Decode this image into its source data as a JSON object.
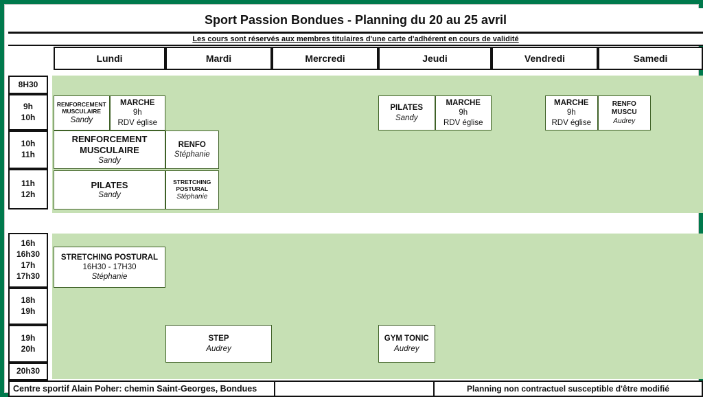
{
  "title": "Sport Passion Bondues - Planning du 20 au 25 avril",
  "subtitle": "Les cours sont réservés aux membres titulaires d'une carte d'adhérent en cours de validité",
  "days": [
    "Lundi",
    "Mardi",
    "Mercredi",
    "Jeudi",
    "Vendredi",
    "Samedi"
  ],
  "time_slots": [
    {
      "labels": [
        "8H30"
      ]
    },
    {
      "labels": [
        "9h",
        "10h"
      ]
    },
    {
      "labels": [
        "10h",
        "11h"
      ]
    },
    {
      "labels": [
        "11h",
        "12h"
      ]
    },
    {
      "labels": [
        "16h",
        "16h30",
        "17h",
        "17h30"
      ]
    },
    {
      "labels": [
        "18h",
        "19h"
      ]
    },
    {
      "labels": [
        "19h",
        "20h"
      ]
    },
    {
      "labels": [
        "20h30"
      ]
    }
  ],
  "cards": [
    {
      "id": "renforcement-musculaire-lundi-9h",
      "day": "Lundi",
      "slot": "9h-10h",
      "part": "left",
      "lines": [
        {
          "text": "RENFORCEMENT",
          "style": "b-xs"
        },
        {
          "text": "MUSCULAIRE",
          "style": "b-xs"
        },
        {
          "text": "Sandy",
          "style": "i"
        }
      ]
    },
    {
      "id": "marche-lundi-9h",
      "day": "Lundi",
      "slot": "9h-10h",
      "part": "right",
      "lines": [
        {
          "text": "MARCHE",
          "style": "b"
        },
        {
          "text": "9h",
          "style": "r"
        },
        {
          "text": "RDV église",
          "style": "r"
        }
      ]
    },
    {
      "id": "pilates-jeudi-9h",
      "day": "Jeudi",
      "slot": "9h-10h",
      "part": "left",
      "lines": [
        {
          "text": "PILATES",
          "style": "b"
        },
        {
          "text": "Sandy",
          "style": "i"
        }
      ]
    },
    {
      "id": "marche-jeudi-9h",
      "day": "Jeudi",
      "slot": "9h-10h",
      "part": "right",
      "lines": [
        {
          "text": "MARCHE",
          "style": "b"
        },
        {
          "text": "9h",
          "style": "r"
        },
        {
          "text": "RDV église",
          "style": "r"
        }
      ]
    },
    {
      "id": "marche-vendredi-9h",
      "day": "Vendredi",
      "slot": "9h-10h",
      "part": "right",
      "lines": [
        {
          "text": "MARCHE",
          "style": "b"
        },
        {
          "text": "9h",
          "style": "r"
        },
        {
          "text": "RDV église",
          "style": "r"
        }
      ]
    },
    {
      "id": "renfo-muscu-samedi-9h",
      "day": "Samedi",
      "slot": "9h-10h",
      "part": "left",
      "lines": [
        {
          "text": "RENFO",
          "style": "b-s"
        },
        {
          "text": "MUSCU",
          "style": "b-s"
        },
        {
          "text": "Audrey",
          "style": "i-s"
        }
      ]
    },
    {
      "id": "renforcement-musculaire-lundi-10h",
      "day": "Lundi",
      "slot": "10h-11h",
      "part": "full",
      "lines": [
        {
          "text": "RENFORCEMENT",
          "style": "b-lg"
        },
        {
          "text": "MUSCULAIRE",
          "style": "b-lg"
        },
        {
          "text": "Sandy",
          "style": "i"
        }
      ]
    },
    {
      "id": "renfo-mardi-10h",
      "day": "Mardi",
      "slot": "10h-11h",
      "part": "left",
      "lines": [
        {
          "text": "RENFO",
          "style": "b"
        },
        {
          "text": "Stéphanie",
          "style": "i"
        }
      ]
    },
    {
      "id": "pilates-lundi-11h",
      "day": "Lundi",
      "slot": "11h-12h",
      "part": "full",
      "lines": [
        {
          "text": "PILATES",
          "style": "b-lg"
        },
        {
          "text": "Sandy",
          "style": "i"
        }
      ]
    },
    {
      "id": "stretching-postural-mardi-11h",
      "day": "Mardi",
      "slot": "11h-12h",
      "part": "left",
      "lines": [
        {
          "text": "STRETCHING",
          "style": "b-xs"
        },
        {
          "text": "POSTURAL",
          "style": "b-xs"
        },
        {
          "text": "Stéphanie",
          "style": "i-s"
        }
      ]
    },
    {
      "id": "stretching-postural-lundi-16h30",
      "day": "Lundi",
      "slot": "16h30-17h30",
      "part": "full",
      "lines": [
        {
          "text": "STRETCHING POSTURAL",
          "style": "b"
        },
        {
          "text": "16H30 - 17H30",
          "style": "r"
        },
        {
          "text": "Stéphanie",
          "style": "i"
        }
      ]
    },
    {
      "id": "step-mardi-19h",
      "day": "Mardi",
      "slot": "19h-20h",
      "part": "full",
      "lines": [
        {
          "text": "STEP",
          "style": "b"
        },
        {
          "text": "Audrey",
          "style": "i"
        }
      ]
    },
    {
      "id": "gym-tonic-jeudi-19h",
      "day": "Jeudi",
      "slot": "19h-20h",
      "part": "left",
      "lines": [
        {
          "text": "GYM TONIC",
          "style": "b"
        },
        {
          "text": "Audrey",
          "style": "i"
        }
      ]
    }
  ],
  "footer": {
    "left": "Centre sportif Alain Poher: chemin Saint-Georges, Bondues",
    "right": "Planning non contractuel susceptible d'être modifié"
  },
  "colors": {
    "frame_green": "#00794C",
    "schedule_green": "#C6E0B4",
    "card_border_green": "#3F6127",
    "line_black": "#111111"
  }
}
